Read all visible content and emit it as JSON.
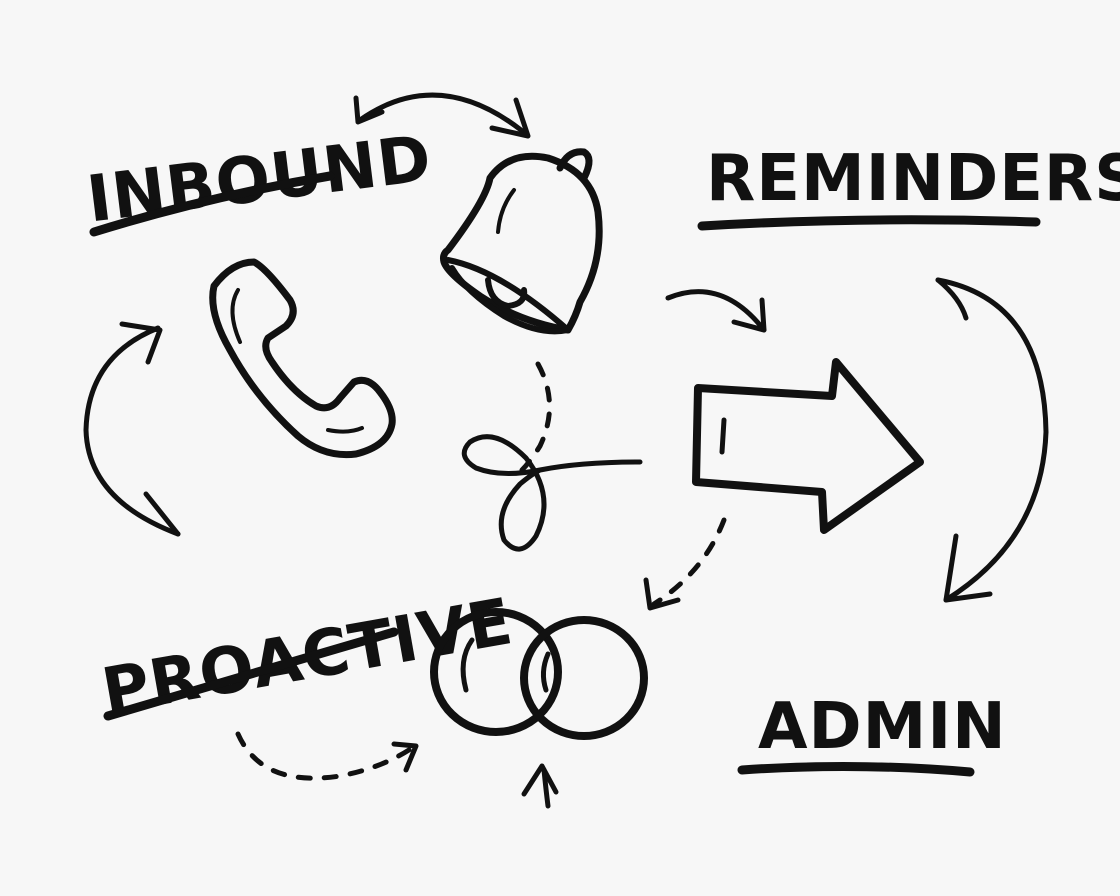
{
  "labels": {
    "inbound": "INBOUND",
    "reminders": "REMINDERS",
    "proactive": "PROACTIVE",
    "admin": "ADMIN"
  },
  "icons": {
    "phone": "phone-icon",
    "bell": "bell-icon",
    "arrow": "right-arrow-icon",
    "rings": "linked-rings-icon"
  },
  "colors": {
    "ink": "#111111",
    "background": "#f7f7f7"
  }
}
